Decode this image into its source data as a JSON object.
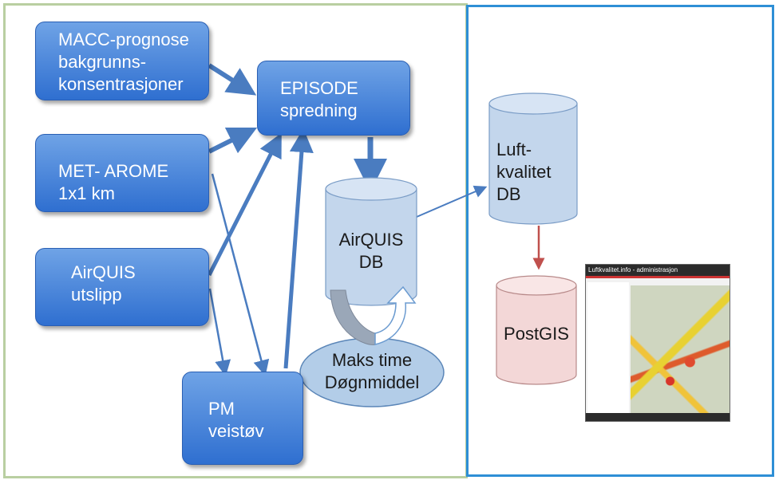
{
  "boxes": {
    "macc": "MACC-prognose\nbakgrunns-\nkonsentrasjoner",
    "episode": "EPISODE\nspredning",
    "met": "MET- AROME\n1x1 km",
    "airquis_utslipp": "AirQUIS\nutslipp",
    "pm": "PM\nveistøv"
  },
  "databases": {
    "airquis_db": "AirQUIS\nDB",
    "luftkvalitet_db": "Luft-\nkvalitet\nDB",
    "postgis": "PostGIS"
  },
  "ellipse": {
    "label": "Maks time\nDøgnmiddel"
  },
  "screenshot": {
    "title": "Luftkvalitet.info - administrasjon"
  },
  "colors": {
    "box": "#3a7ad6",
    "arrow": "#4a7cc0",
    "left_frame": "#b9cfa1",
    "right_frame": "#2e8fd6",
    "cylinder": "#c3d6ec",
    "postgis": "#f3d7d7",
    "red_arrow": "#c0504d"
  }
}
